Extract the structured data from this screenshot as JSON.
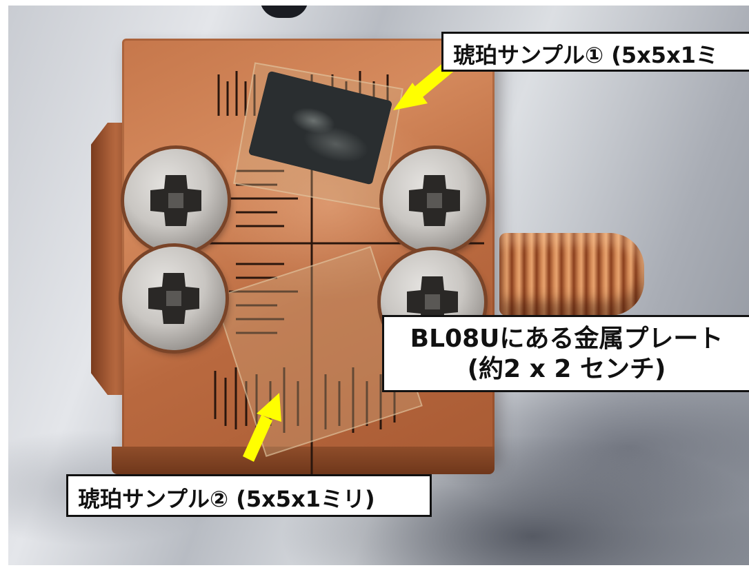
{
  "labels": {
    "sample_1": "琥珀サンプル① (5x5x1ミ",
    "plate_line_1": "BL08Uにある金属プレート",
    "plate_line_2": "(約2 x 2 センチ)",
    "sample_2": "琥珀サンプル② (5x5x1ミリ)"
  },
  "colors": {
    "arrow": "#ffff00",
    "callout_border": "#111111",
    "copper": "#c6774b"
  },
  "icons": {
    "arrows": [
      "arrow-up-right-icon",
      "arrow-down-left-icon"
    ]
  }
}
